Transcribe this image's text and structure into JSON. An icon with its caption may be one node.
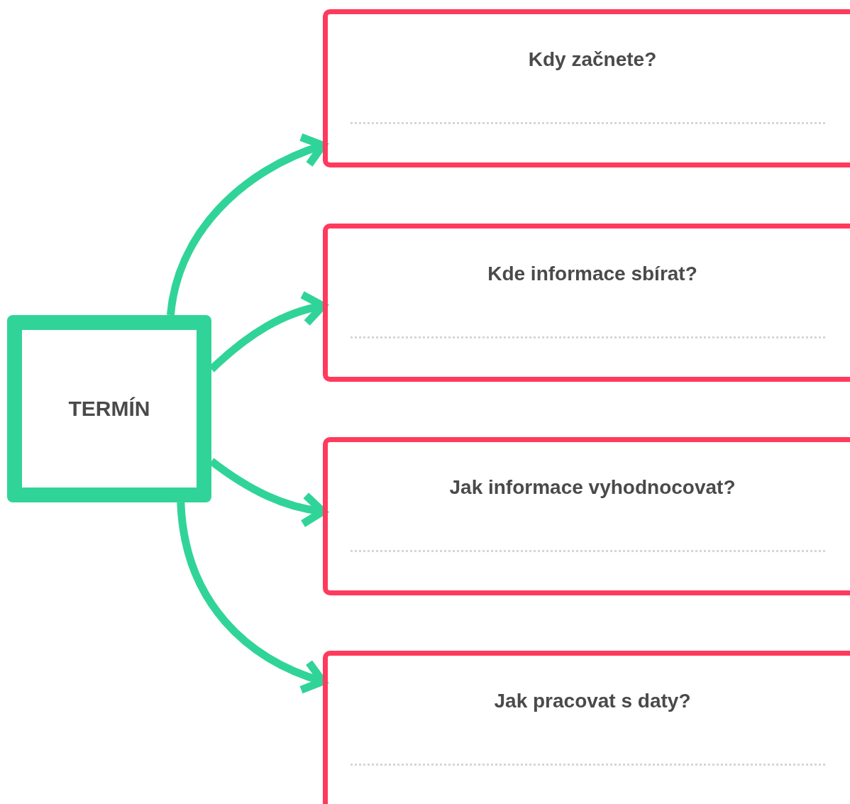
{
  "diagram": {
    "nodes": [
      {
        "text": [
          "TERMÍN"
        ]
      },
      {
        "text": [
          "Kdy začnete?"
        ]
      },
      {
        "text": [
          "Kde informace sbírat?"
        ]
      },
      {
        "text": [
          "Jak informace vyhodnocovat?"
        ]
      },
      {
        "text": [
          "Jak pracovat s daty?"
        ]
      }
    ],
    "edges": [
      {
        "from": 0,
        "to": 1,
        "arrow": "to"
      },
      {
        "from": 0,
        "to": 2,
        "arrow": "to"
      },
      {
        "from": 0,
        "to": 3,
        "arrow": "to"
      },
      {
        "from": 0,
        "to": 4,
        "arrow": "to"
      }
    ]
  }
}
